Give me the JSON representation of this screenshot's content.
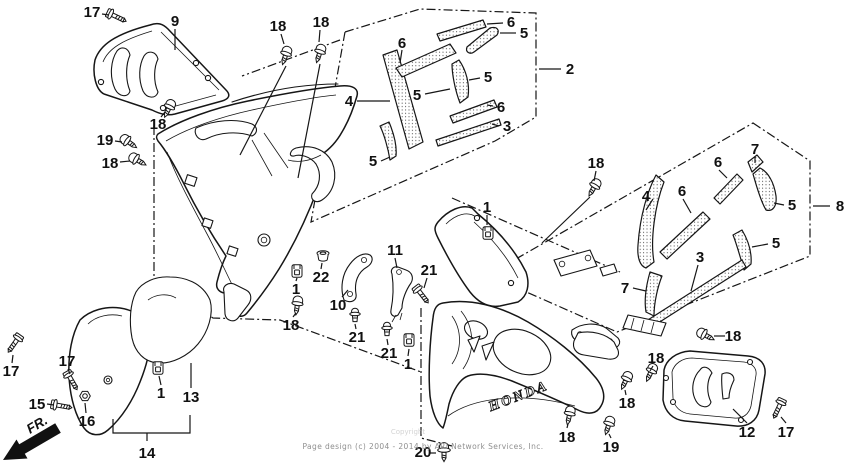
{
  "diagram": {
    "title_hint": "exploded-parts-diagram",
    "colors": {
      "ink": "#161616",
      "paper": "#ffffff"
    },
    "fr_label": "FR.",
    "logo_text": "HONDA",
    "watermark": "Page design (c) 2004 - 2014 by ARI Network Services, Inc.",
    "copyright_fragment": "Copyright",
    "callouts": [
      "17",
      "9",
      "18",
      "18",
      "19",
      "18",
      "18",
      "6",
      "4",
      "5",
      "5",
      "6",
      "5",
      "6",
      "3",
      "5",
      "2",
      "18",
      "4",
      "6",
      "6",
      "7",
      "5",
      "5",
      "3",
      "7",
      "8",
      "1",
      "1",
      "18",
      "22",
      "10",
      "11",
      "21",
      "21",
      "21",
      "1",
      "20",
      "18",
      "19",
      "18",
      "18",
      "18",
      "12",
      "17",
      "17",
      "17",
      "15",
      "16",
      "1",
      "13",
      "14"
    ]
  }
}
